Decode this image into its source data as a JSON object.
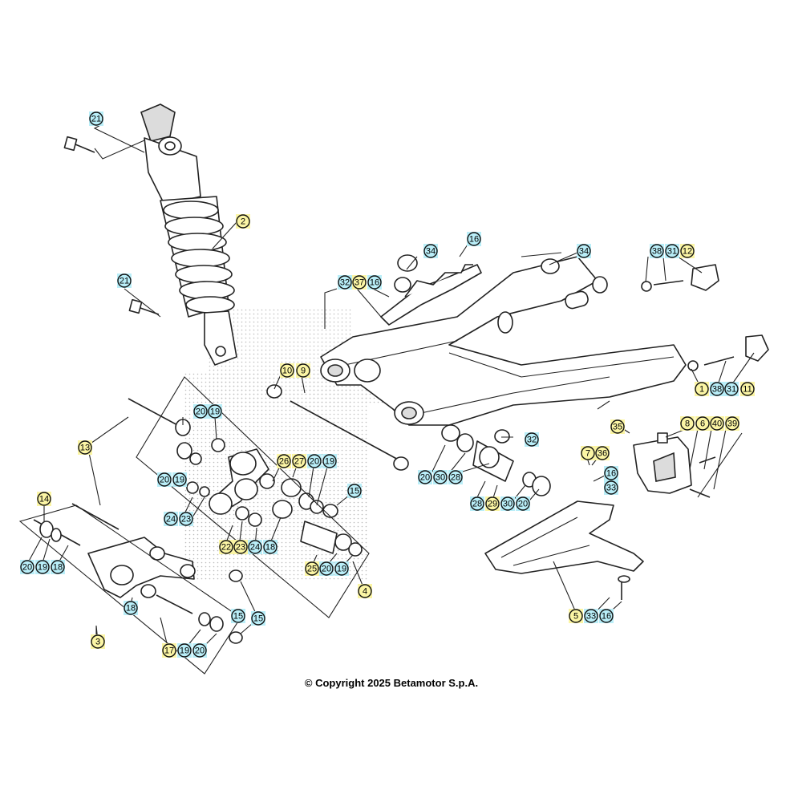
{
  "copyright": "© Copyright 2025 Betamotor S.p.A.",
  "colors": {
    "accent_blue": "#b9eef8",
    "accent_yellow": "#fbf5a4",
    "ink": "#222222"
  },
  "callouts": [
    {
      "label": "21",
      "color": "blue"
    },
    {
      "label": "2",
      "color": "yellow"
    },
    {
      "label": "21",
      "color": "blue"
    },
    {
      "label": "34",
      "color": "blue"
    },
    {
      "label": "16",
      "color": "blue"
    },
    {
      "label": "32",
      "color": "blue"
    },
    {
      "label": "37",
      "color": "yellow"
    },
    {
      "label": "16",
      "color": "blue"
    },
    {
      "label": "34",
      "color": "blue"
    },
    {
      "label": "38",
      "color": "blue"
    },
    {
      "label": "31",
      "color": "blue"
    },
    {
      "label": "12",
      "color": "yellow"
    },
    {
      "label": "10",
      "color": "yellow"
    },
    {
      "label": "9",
      "color": "yellow"
    },
    {
      "label": "1",
      "color": "yellow"
    },
    {
      "label": "38",
      "color": "blue"
    },
    {
      "label": "31",
      "color": "blue"
    },
    {
      "label": "11",
      "color": "yellow"
    },
    {
      "label": "20",
      "color": "blue"
    },
    {
      "label": "19",
      "color": "blue"
    },
    {
      "label": "35",
      "color": "yellow"
    },
    {
      "label": "8",
      "color": "yellow"
    },
    {
      "label": "6",
      "color": "yellow"
    },
    {
      "label": "40",
      "color": "yellow"
    },
    {
      "label": "39",
      "color": "yellow"
    },
    {
      "label": "13",
      "color": "yellow"
    },
    {
      "label": "32",
      "color": "blue"
    },
    {
      "label": "26",
      "color": "yellow"
    },
    {
      "label": "27",
      "color": "yellow"
    },
    {
      "label": "20",
      "color": "blue"
    },
    {
      "label": "19",
      "color": "blue"
    },
    {
      "label": "20",
      "color": "blue"
    },
    {
      "label": "19",
      "color": "blue"
    },
    {
      "label": "7",
      "color": "yellow"
    },
    {
      "label": "36",
      "color": "yellow"
    },
    {
      "label": "20",
      "color": "blue"
    },
    {
      "label": "30",
      "color": "blue"
    },
    {
      "label": "28",
      "color": "blue"
    },
    {
      "label": "16",
      "color": "blue"
    },
    {
      "label": "33",
      "color": "blue"
    },
    {
      "label": "15",
      "color": "blue"
    },
    {
      "label": "24",
      "color": "blue"
    },
    {
      "label": "23",
      "color": "blue"
    },
    {
      "label": "28",
      "color": "blue"
    },
    {
      "label": "29",
      "color": "yellow"
    },
    {
      "label": "30",
      "color": "blue"
    },
    {
      "label": "20",
      "color": "blue"
    },
    {
      "label": "14",
      "color": "yellow"
    },
    {
      "label": "22",
      "color": "yellow"
    },
    {
      "label": "23",
      "color": "yellow"
    },
    {
      "label": "24",
      "color": "blue"
    },
    {
      "label": "18",
      "color": "blue"
    },
    {
      "label": "20",
      "color": "blue"
    },
    {
      "label": "19",
      "color": "blue"
    },
    {
      "label": "18",
      "color": "blue"
    },
    {
      "label": "25",
      "color": "yellow"
    },
    {
      "label": "20",
      "color": "blue"
    },
    {
      "label": "19",
      "color": "blue"
    },
    {
      "label": "4",
      "color": "yellow"
    },
    {
      "label": "18",
      "color": "blue"
    },
    {
      "label": "15",
      "color": "blue"
    },
    {
      "label": "5",
      "color": "yellow"
    },
    {
      "label": "33",
      "color": "blue"
    },
    {
      "label": "16",
      "color": "blue"
    },
    {
      "label": "3",
      "color": "yellow"
    },
    {
      "label": "17",
      "color": "yellow"
    },
    {
      "label": "19",
      "color": "blue"
    },
    {
      "label": "20",
      "color": "blue"
    },
    {
      "label": "15",
      "color": "blue"
    }
  ]
}
